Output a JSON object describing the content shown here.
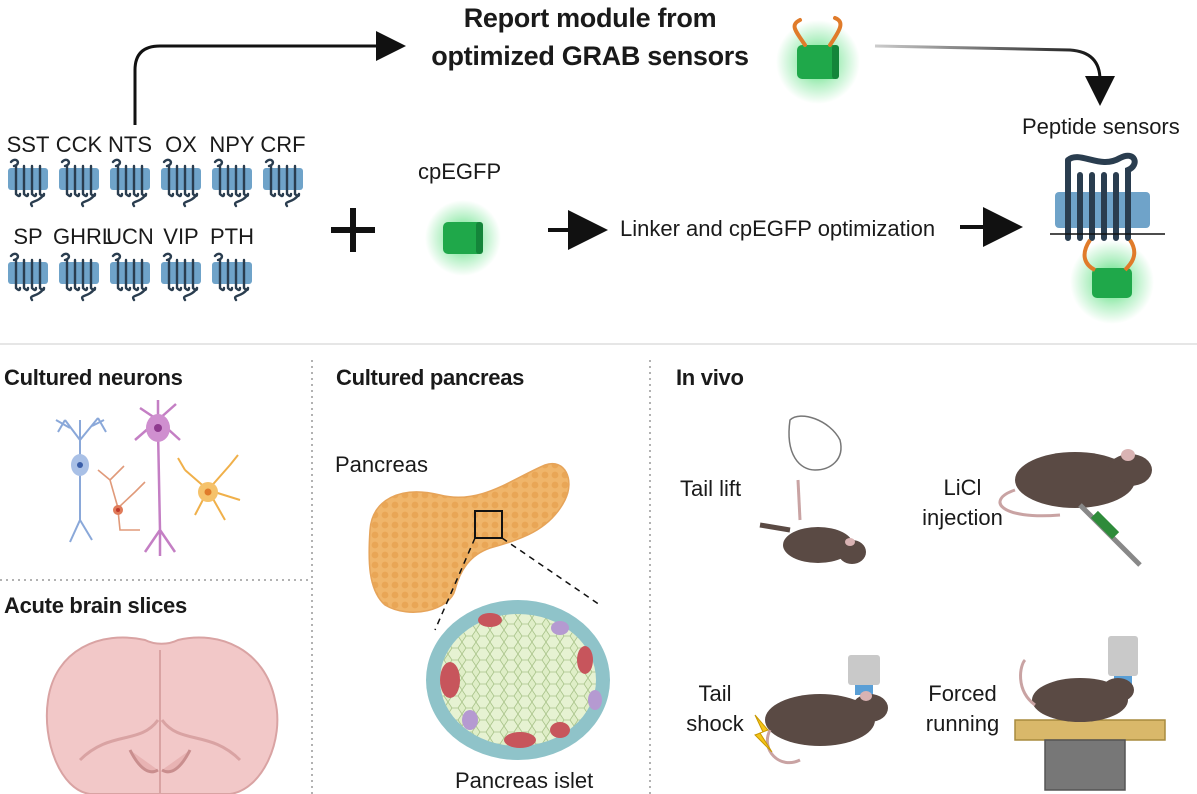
{
  "top": {
    "title_line1": "Report module from",
    "title_line2": "optimized GRAB sensors",
    "cpegfp_label": "cpEGFP",
    "linker_label": "Linker and cpEGFP optimization",
    "peptide_label": "Peptide sensors",
    "receptors_row1": [
      "SST",
      "CCK",
      "NTS",
      "OX",
      "NPY",
      "CRF"
    ],
    "receptors_row2": [
      "SP",
      "GHRL",
      "UCN",
      "VIP",
      "PTH"
    ],
    "plus": "+"
  },
  "sections": {
    "neurons": "Cultured neurons",
    "brain": "Acute brain slices",
    "pancreas": "Cultured pancreas",
    "invivo": "In vivo"
  },
  "pancreas": {
    "organ_label": "Pancreas",
    "islet_label": "Pancreas islet"
  },
  "invivo": {
    "tail_lift": "Tail lift",
    "licl_line1": "LiCl",
    "licl_line2": "injection",
    "shock_line1": "Tail",
    "shock_line2": "shock",
    "running_line1": "Forced",
    "running_line2": "running"
  },
  "colors": {
    "membrane": "#6fa3c9",
    "receptor_strand": "#2a3d4f",
    "egfp_green": "#1fa84a",
    "linker_orange": "#e07b2a",
    "pancreas_fill": "#f0b56a",
    "brain_fill": "#f2c8c8",
    "mouse_fill": "#5a4a44"
  }
}
